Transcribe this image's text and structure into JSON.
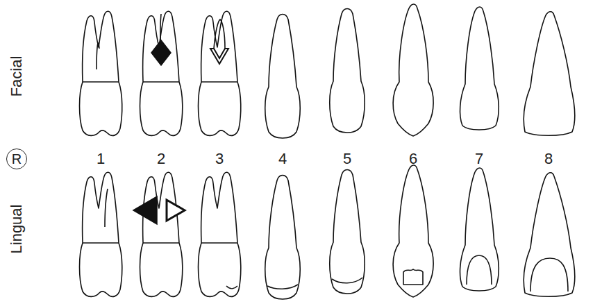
{
  "diagram": {
    "nodes": [
      {
        "text": [
          "R"
        ]
      }
    ],
    "labels": [
      "Facial",
      "Lingual",
      "1",
      "2",
      "3",
      "4",
      "5",
      "6",
      "7",
      "8"
    ]
  }
}
